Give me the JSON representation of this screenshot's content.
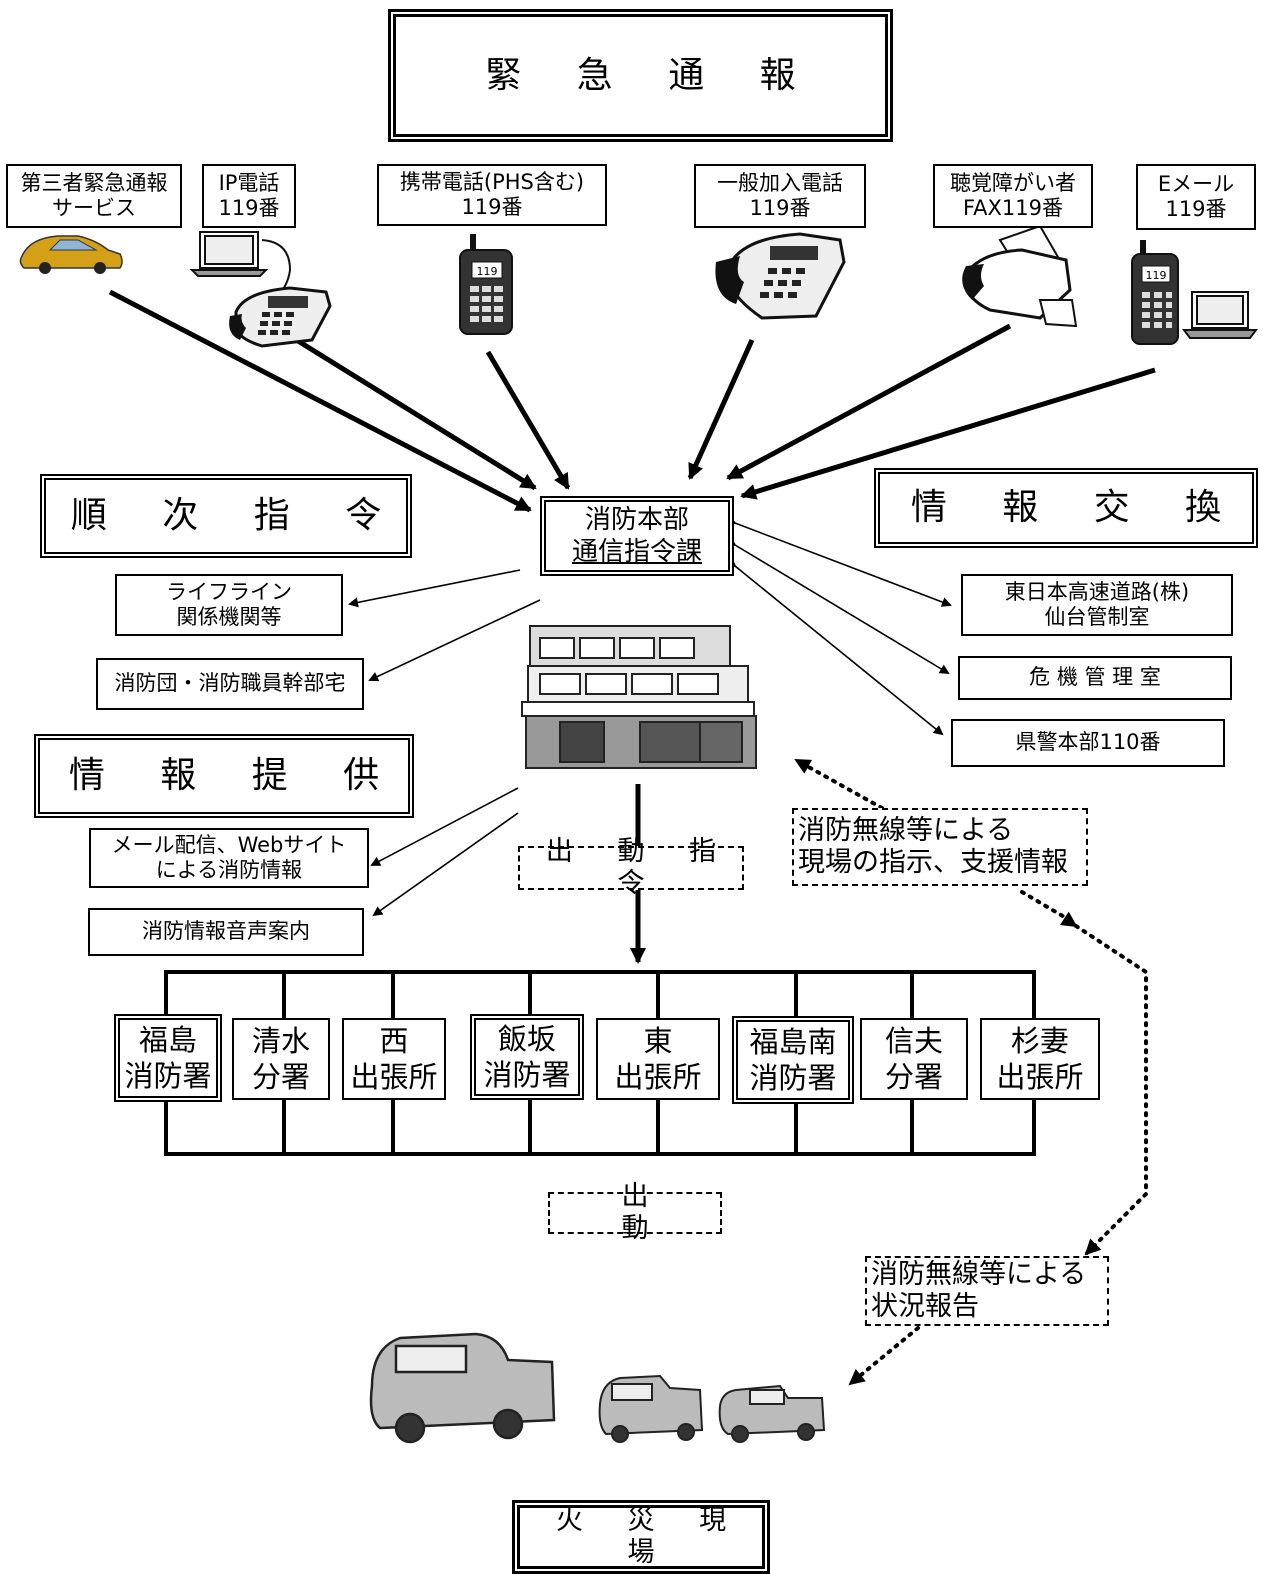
{
  "title": "緊 急 通 報",
  "sources": [
    {
      "key": "third_party",
      "text": "第三者緊急通報\nサービス"
    },
    {
      "key": "ip",
      "text": "IP電話\n119番"
    },
    {
      "key": "mobile",
      "text": "携帯電話(PHS含む)\n119番"
    },
    {
      "key": "landline",
      "text": "一般加入電話\n119番"
    },
    {
      "key": "fax",
      "text": "聴覚障がい者\nFAX119番"
    },
    {
      "key": "email",
      "text": "Eメール\n119番"
    }
  ],
  "hub": {
    "line1": "消防本部",
    "line2": "通信指令課"
  },
  "sections": {
    "sequential": "順 次 指 令",
    "exchange": "情 報 交 換",
    "provide": "情 報 提 供"
  },
  "sequential_targets": [
    "ライフライン\n関係機関等",
    "消防団・消防職員幹部宅"
  ],
  "exchange_targets": [
    "東日本高速道路(株)\n仙台管制室",
    "危 機 管 理 室",
    "県警本部110番"
  ],
  "provide_targets": [
    "メール配信、Webサイト\nによる消防情報",
    "消防情報音声案内"
  ],
  "dispatch_label": "出 動 指 令",
  "radio_support": "消防無線等による\n現場の指示、支援情報",
  "stations": [
    {
      "text": "福島\n消防署",
      "main": true
    },
    {
      "text": "清水\n分署",
      "main": false
    },
    {
      "text": "西\n出張所",
      "main": false
    },
    {
      "text": "飯坂\n消防署",
      "main": true
    },
    {
      "text": "東\n出張所",
      "main": false
    },
    {
      "text": "福島南\n消防署",
      "main": true
    },
    {
      "text": "信夫\n分署",
      "main": false
    },
    {
      "text": "杉妻\n出張所",
      "main": false
    }
  ],
  "deploy_label": "出 動",
  "radio_report": "消防無線等による\n状況報告",
  "fire_scene": "火 災 現 場",
  "icons": [
    "car-icon",
    "laptop-icon",
    "desk-phone-icon",
    "mobile-phone-icon",
    "fax-icon",
    "fire-station-building-icon",
    "fire-engine-icon"
  ]
}
